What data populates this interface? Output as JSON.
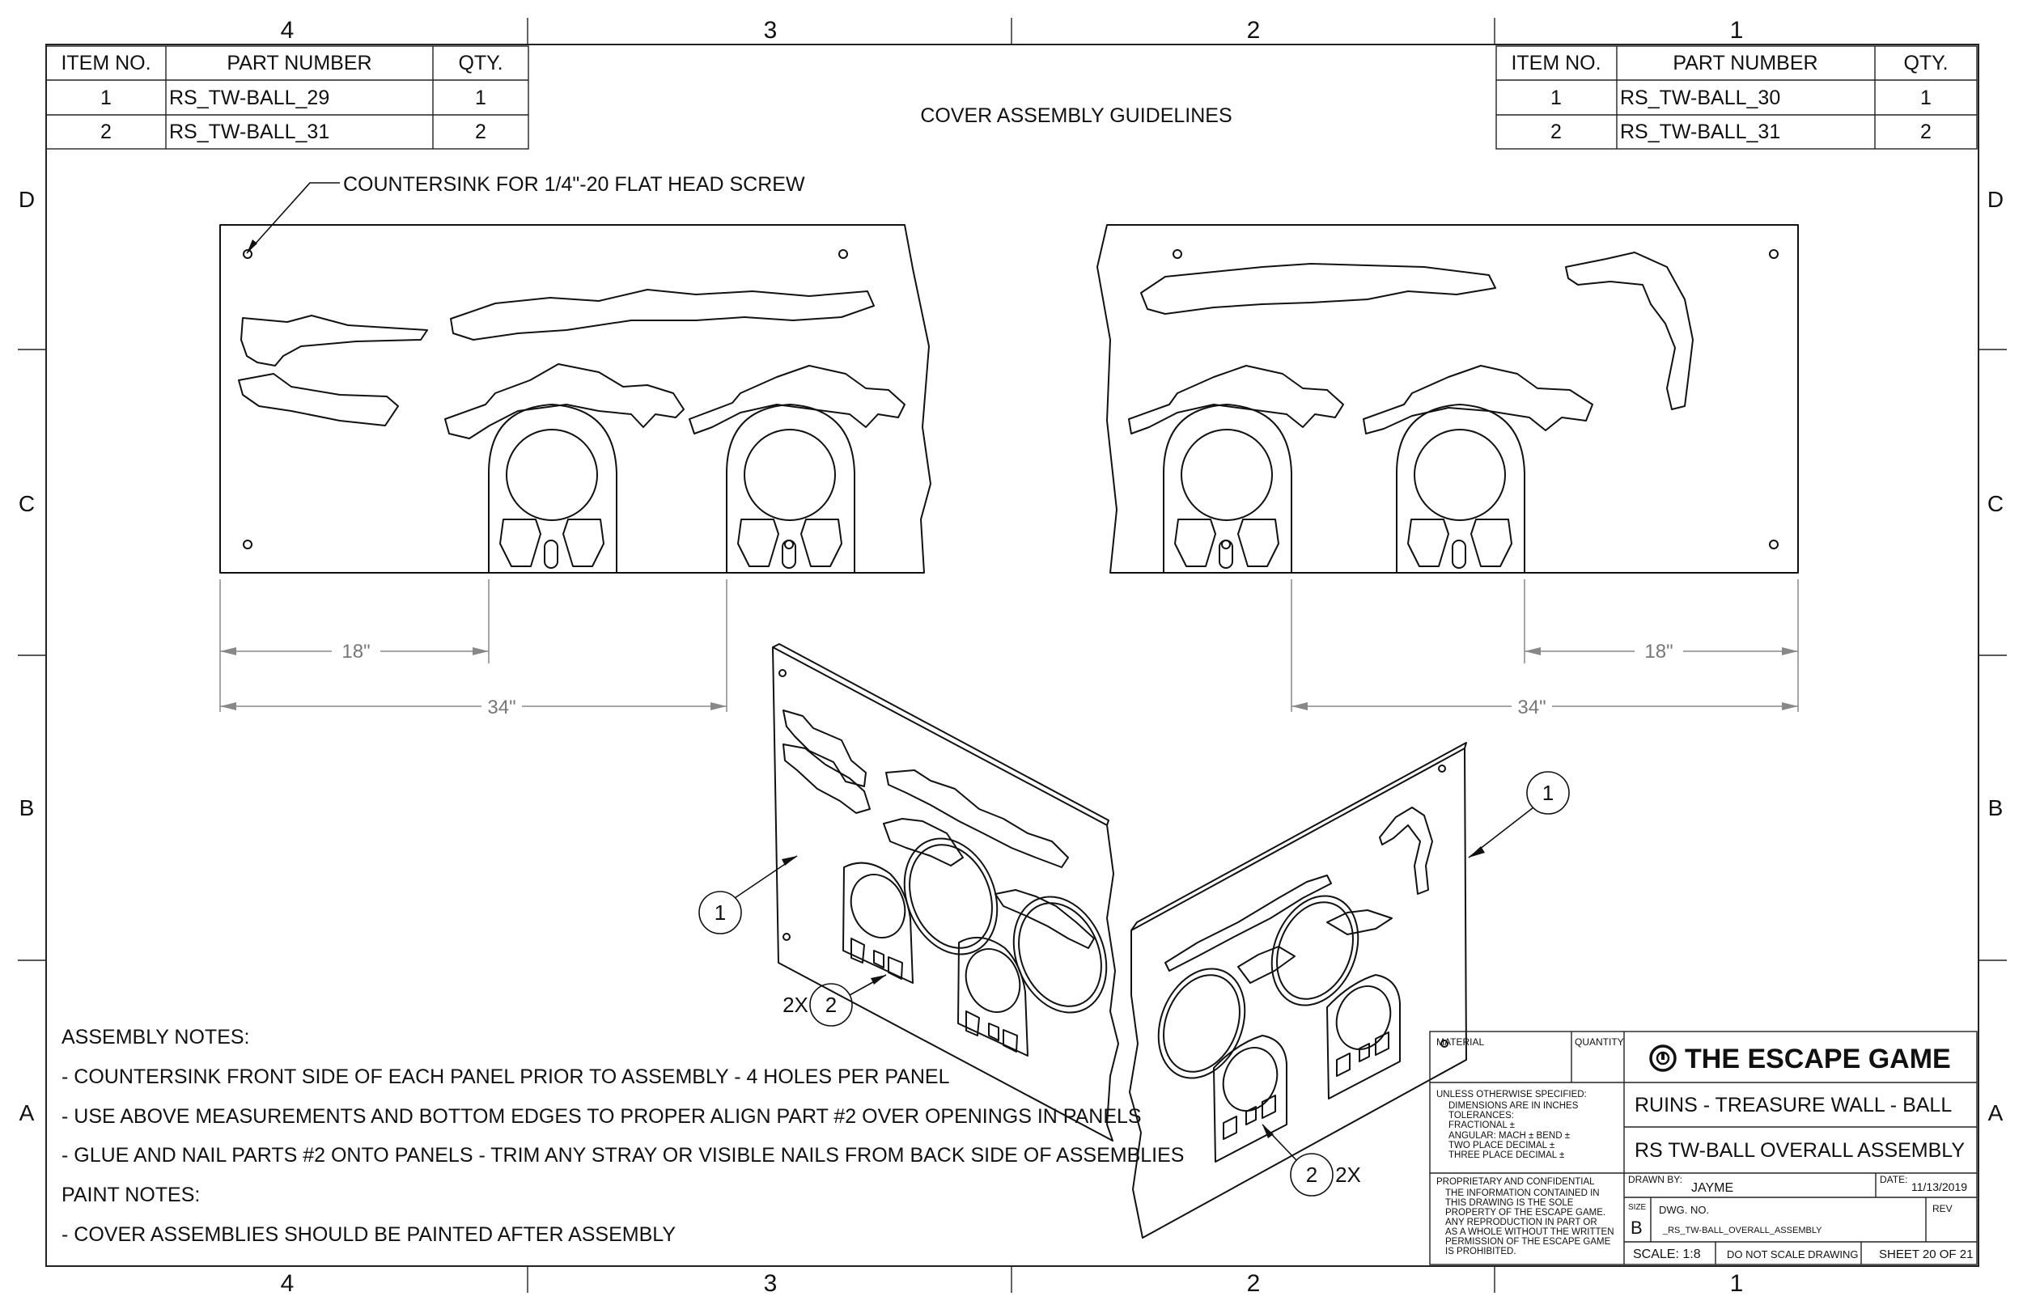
{
  "title": "COVER ASSEMBLY GUIDELINES",
  "zones": {
    "columns_top": [
      "4",
      "3",
      "2",
      "1"
    ],
    "columns_bottom": [
      "4",
      "3",
      "2",
      "1"
    ],
    "rows_left": [
      "D",
      "C",
      "B",
      "A"
    ],
    "rows_right": [
      "D",
      "C",
      "B",
      "A"
    ]
  },
  "bom_left": {
    "headers": [
      "ITEM NO.",
      "PART NUMBER",
      "QTY."
    ],
    "rows": [
      {
        "item": "1",
        "part": "RS_TW-BALL_29",
        "qty": "1"
      },
      {
        "item": "2",
        "part": "RS_TW-BALL_31",
        "qty": "2"
      }
    ]
  },
  "bom_right": {
    "headers": [
      "ITEM NO.",
      "PART NUMBER",
      "QTY."
    ],
    "rows": [
      {
        "item": "1",
        "part": "RS_TW-BALL_30",
        "qty": "1"
      },
      {
        "item": "2",
        "part": "RS_TW-BALL_31",
        "qty": "2"
      }
    ]
  },
  "callout_countersink": "COUNTERSINK FOR 1/4\"-20 FLAT HEAD SCREW",
  "dimensions": {
    "left_short": "18\"",
    "left_long": "34\"",
    "right_short": "18\"",
    "right_long": "34\""
  },
  "balloons": {
    "left_item1": "1",
    "left_item2": "2",
    "left_item2_qty": "2X",
    "right_item1": "1",
    "right_item2": "2",
    "right_item2_qty": "2X"
  },
  "notes": {
    "assembly_heading": "ASSEMBLY NOTES:",
    "assembly": [
      "- COUNTERSINK FRONT SIDE OF EACH PANEL PRIOR TO ASSEMBLY - 4 HOLES PER PANEL",
      "- USE ABOVE MEASUREMENTS AND BOTTOM EDGES TO PROPER ALIGN PART #2 OVER OPENINGS IN PANELS",
      "- GLUE AND NAIL PARTS #2 ONTO PANELS - TRIM ANY STRAY OR VISIBLE NAILS FROM BACK SIDE OF ASSEMBLIES"
    ],
    "paint_heading": "PAINT NOTES:",
    "paint": [
      "- COVER ASSEMBLIES SHOULD BE PAINTED AFTER ASSEMBLY"
    ]
  },
  "title_block": {
    "material_label": "MATERIAL",
    "quantity_label": "QUANTITY",
    "tolerance_lines": [
      "UNLESS OTHERWISE SPECIFIED:",
      "DIMENSIONS ARE IN INCHES",
      "TOLERANCES:",
      "FRACTIONAL ±",
      "ANGULAR: MACH ±    BEND ±",
      "TWO PLACE DECIMAL    ±",
      "THREE PLACE DECIMAL   ±"
    ],
    "proprietary_lines": [
      "PROPRIETARY AND CONFIDENTIAL",
      "THE INFORMATION CONTAINED IN",
      "THIS DRAWING IS THE SOLE",
      "PROPERTY OF THE ESCAPE GAME.",
      "ANY REPRODUCTION IN PART OR",
      "AS A WHOLE WITHOUT THE WRITTEN",
      "PERMISSION OF THE ESCAPE GAME",
      "IS PROHIBITED."
    ],
    "company": "THE ESCAPE GAME",
    "project": "RUINS - TREASURE WALL - BALL",
    "drawing_title": "RS TW-BALL OVERALL ASSEMBLY",
    "drawn_by_label": "DRAWN BY:",
    "drawn_by": "JAYME",
    "date_label": "DATE:",
    "date": "11/13/2019",
    "size_label": "SIZE",
    "size": "B",
    "dwg_no_label": "DWG.  NO.",
    "dwg_no": "_RS_TW-BALL_OVERALL_ASSEMBLY",
    "rev_label": "REV",
    "scale": "SCALE: 1:8",
    "do_not_scale": "DO NOT SCALE DRAWING",
    "sheet": "SHEET 20 OF 21"
  }
}
